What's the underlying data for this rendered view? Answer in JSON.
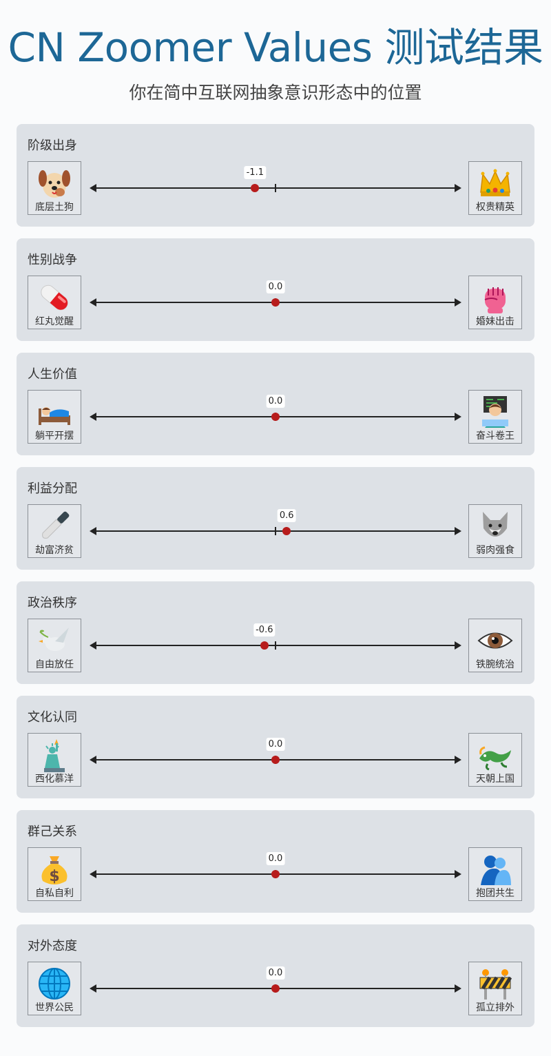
{
  "header": {
    "title": "CN Zoomer Values 测试结果",
    "subtitle": "你在简中互联网抽象意识形态中的位置"
  },
  "scale": {
    "min": -10,
    "max": 10
  },
  "colors": {
    "title": "#1d6796",
    "card": "#dde1e6",
    "marker": "#b71c1c"
  },
  "axes": [
    {
      "title": "阶级出身",
      "left": {
        "label": "底层土狗",
        "icon": "dog-face-icon"
      },
      "right": {
        "label": "权贵精英",
        "icon": "crown-icon"
      },
      "score": -1.1,
      "score_label": "-1.1"
    },
    {
      "title": "性别战争",
      "left": {
        "label": "红丸觉醒",
        "icon": "pill-icon"
      },
      "right": {
        "label": "婚妹出击",
        "icon": "raised-fist-icon"
      },
      "score": 0.0,
      "score_label": "0.0"
    },
    {
      "title": "人生价值",
      "left": {
        "label": "躺平开摆",
        "icon": "person-in-bed-icon"
      },
      "right": {
        "label": "奋斗卷王",
        "icon": "technologist-icon"
      },
      "score": 0.0,
      "score_label": "0.0"
    },
    {
      "title": "利益分配",
      "left": {
        "label": "劫富济贫",
        "icon": "kitchen-knife-icon"
      },
      "right": {
        "label": "弱肉强食",
        "icon": "wolf-icon"
      },
      "score": 0.6,
      "score_label": "0.6"
    },
    {
      "title": "政治秩序",
      "left": {
        "label": "自由放任",
        "icon": "dove-icon"
      },
      "right": {
        "label": "铁腕统治",
        "icon": "eye-icon"
      },
      "score": -0.6,
      "score_label": "-0.6"
    },
    {
      "title": "文化认同",
      "left": {
        "label": "西化慕洋",
        "icon": "statue-of-liberty-icon"
      },
      "right": {
        "label": "天朝上国",
        "icon": "dragon-icon"
      },
      "score": 0.0,
      "score_label": "0.0"
    },
    {
      "title": "群己关系",
      "left": {
        "label": "自私自利",
        "icon": "money-bag-icon"
      },
      "right": {
        "label": "抱团共生",
        "icon": "people-hugging-icon"
      },
      "score": 0.0,
      "score_label": "0.0"
    },
    {
      "title": "对外态度",
      "left": {
        "label": "世界公民",
        "icon": "globe-meridians-icon"
      },
      "right": {
        "label": "孤立排外",
        "icon": "construction-barrier-icon"
      },
      "score": 0.0,
      "score_label": "0.0"
    }
  ]
}
